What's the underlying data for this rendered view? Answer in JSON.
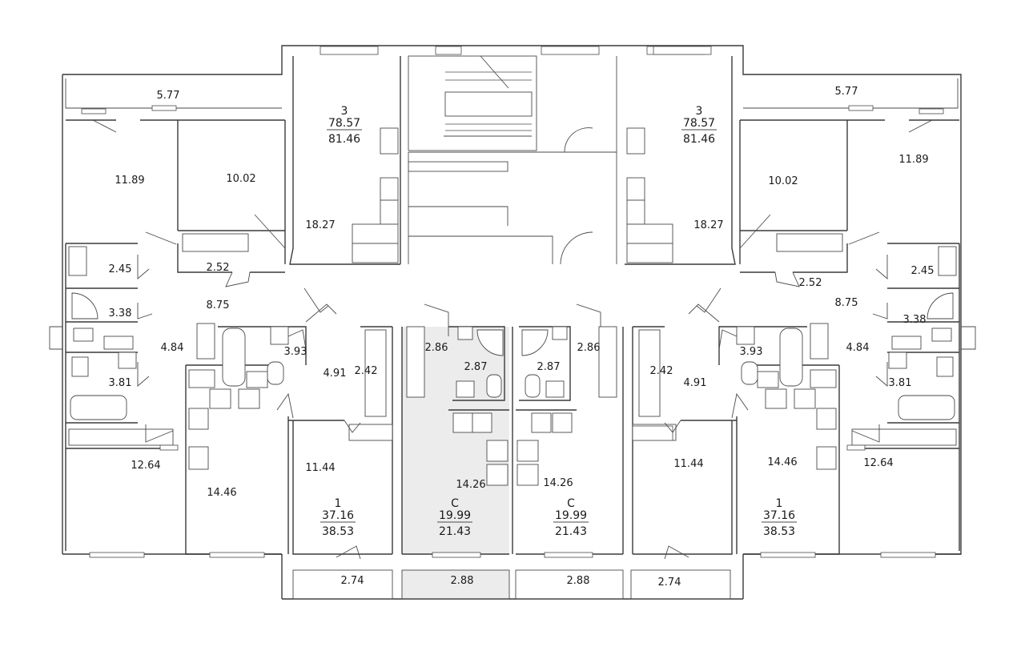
{
  "floor_plan": {
    "highlight_color": "#ececec",
    "wall_color": "#3a3a3a",
    "apartments": [
      {
        "id": "apt-3-left",
        "rooms": "3",
        "living_area": "78.57",
        "total_area": "81.46"
      },
      {
        "id": "apt-3-right",
        "rooms": "3",
        "living_area": "78.57",
        "total_area": "81.46"
      },
      {
        "id": "apt-1-left",
        "rooms": "1",
        "living_area": "37.16",
        "total_area": "38.53"
      },
      {
        "id": "apt-c-left",
        "rooms": "С",
        "living_area": "19.99",
        "total_area": "21.43",
        "highlighted": true
      },
      {
        "id": "apt-c-right",
        "rooms": "С",
        "living_area": "19.99",
        "total_area": "21.43"
      },
      {
        "id": "apt-1-right",
        "rooms": "1",
        "living_area": "37.16",
        "total_area": "38.53"
      }
    ],
    "room_areas": [
      {
        "id": "l-balcony-top",
        "value": "5.77"
      },
      {
        "id": "l-room-1",
        "value": "11.89"
      },
      {
        "id": "l-room-2",
        "value": "10.02"
      },
      {
        "id": "l-kitchen-3",
        "value": "18.27"
      },
      {
        "id": "l-storage",
        "value": "2.45"
      },
      {
        "id": "l-closet",
        "value": "2.52"
      },
      {
        "id": "l-bath-a",
        "value": "3.38"
      },
      {
        "id": "l-hall",
        "value": "8.75"
      },
      {
        "id": "l-bath-b",
        "value": "3.81"
      },
      {
        "id": "l-corridor",
        "value": "4.84"
      },
      {
        "id": "l-room-3",
        "value": "12.64"
      },
      {
        "id": "l-bath-c",
        "value": "3.93"
      },
      {
        "id": "l-hall-1",
        "value": "4.91"
      },
      {
        "id": "l-closet-1",
        "value": "2.42"
      },
      {
        "id": "l-kitchen-1",
        "value": "14.46"
      },
      {
        "id": "l-room-1r",
        "value": "11.44"
      },
      {
        "id": "l-balcony-1",
        "value": "2.74"
      },
      {
        "id": "c-hall-l",
        "value": "2.86"
      },
      {
        "id": "c-bath-l",
        "value": "2.87"
      },
      {
        "id": "c-room-l",
        "value": "14.26"
      },
      {
        "id": "c-balcony-l",
        "value": "2.88"
      },
      {
        "id": "c-hall-r",
        "value": "2.86"
      },
      {
        "id": "c-bath-r",
        "value": "2.87"
      },
      {
        "id": "c-room-r",
        "value": "14.26"
      },
      {
        "id": "c-balcony-r",
        "value": "2.88"
      },
      {
        "id": "r-balcony-top",
        "value": "5.77"
      },
      {
        "id": "r-room-1",
        "value": "11.89"
      },
      {
        "id": "r-room-2",
        "value": "10.02"
      },
      {
        "id": "r-kitchen-3",
        "value": "18.27"
      },
      {
        "id": "r-closet",
        "value": "2.52"
      },
      {
        "id": "r-storage",
        "value": "2.45"
      },
      {
        "id": "r-hall",
        "value": "8.75"
      },
      {
        "id": "r-bath-a",
        "value": "3.38"
      },
      {
        "id": "r-bath-c",
        "value": "3.93"
      },
      {
        "id": "r-corridor",
        "value": "4.84"
      },
      {
        "id": "r-bath-b",
        "value": "3.81"
      },
      {
        "id": "r-closet-1",
        "value": "2.42"
      },
      {
        "id": "r-hall-1",
        "value": "4.91"
      },
      {
        "id": "r-room-1r",
        "value": "11.44"
      },
      {
        "id": "r-kitchen-1",
        "value": "14.46"
      },
      {
        "id": "r-room-3",
        "value": "12.64"
      },
      {
        "id": "r-balcony-1",
        "value": "2.74"
      }
    ]
  }
}
